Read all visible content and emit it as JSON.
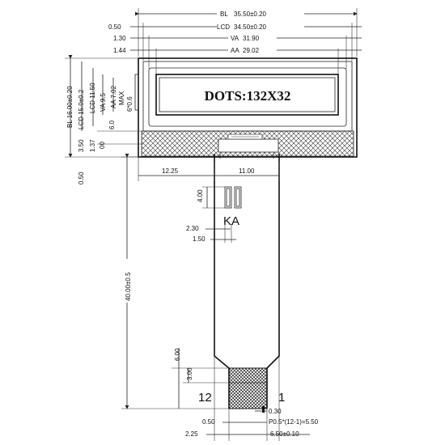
{
  "diagram": {
    "display_text": "DOTS:132X32",
    "top_dims": [
      {
        "key": "bl",
        "label": "BL",
        "value": "35.50±0.20",
        "left": "0.50"
      },
      {
        "key": "lcd",
        "label": "LCD",
        "value": "34.50±0.20",
        "left": "1.30"
      },
      {
        "key": "va",
        "label": "VA",
        "value": "31.90",
        "left": "1.44"
      },
      {
        "key": "aa",
        "label": "AA",
        "value": "29.02",
        "left": ""
      }
    ],
    "left_dims": {
      "bl": "BL 16.00±0.20",
      "lcd": "LCD 15.0±0.2",
      "lcd2": "LCD 11.50",
      "va": "VA 9.5",
      "aa": "AA 7.02",
      "max": "MAX",
      "dot": "6.0",
      "d350": "3.50",
      "d137": "1.37",
      "d00": "00",
      "d050": "0.50",
      "d40": "40.00±0.5",
      "d600": "6.00",
      "d300": "3.00",
      "d6x6": "6*0.6"
    },
    "mid_dims": {
      "d1225": "12.25",
      "d1100": "11.00",
      "d400": "4.00",
      "d230": "2.30",
      "d150": "1.50",
      "ka": "KA"
    },
    "pins": {
      "left": "12",
      "right": "1"
    },
    "bottom_dims": {
      "d030": "0.30",
      "d050b": "0.50",
      "pitch": "P0.5*(12-1)=5.50",
      "d225": "2.25",
      "d650": "6.50±0.10"
    }
  }
}
